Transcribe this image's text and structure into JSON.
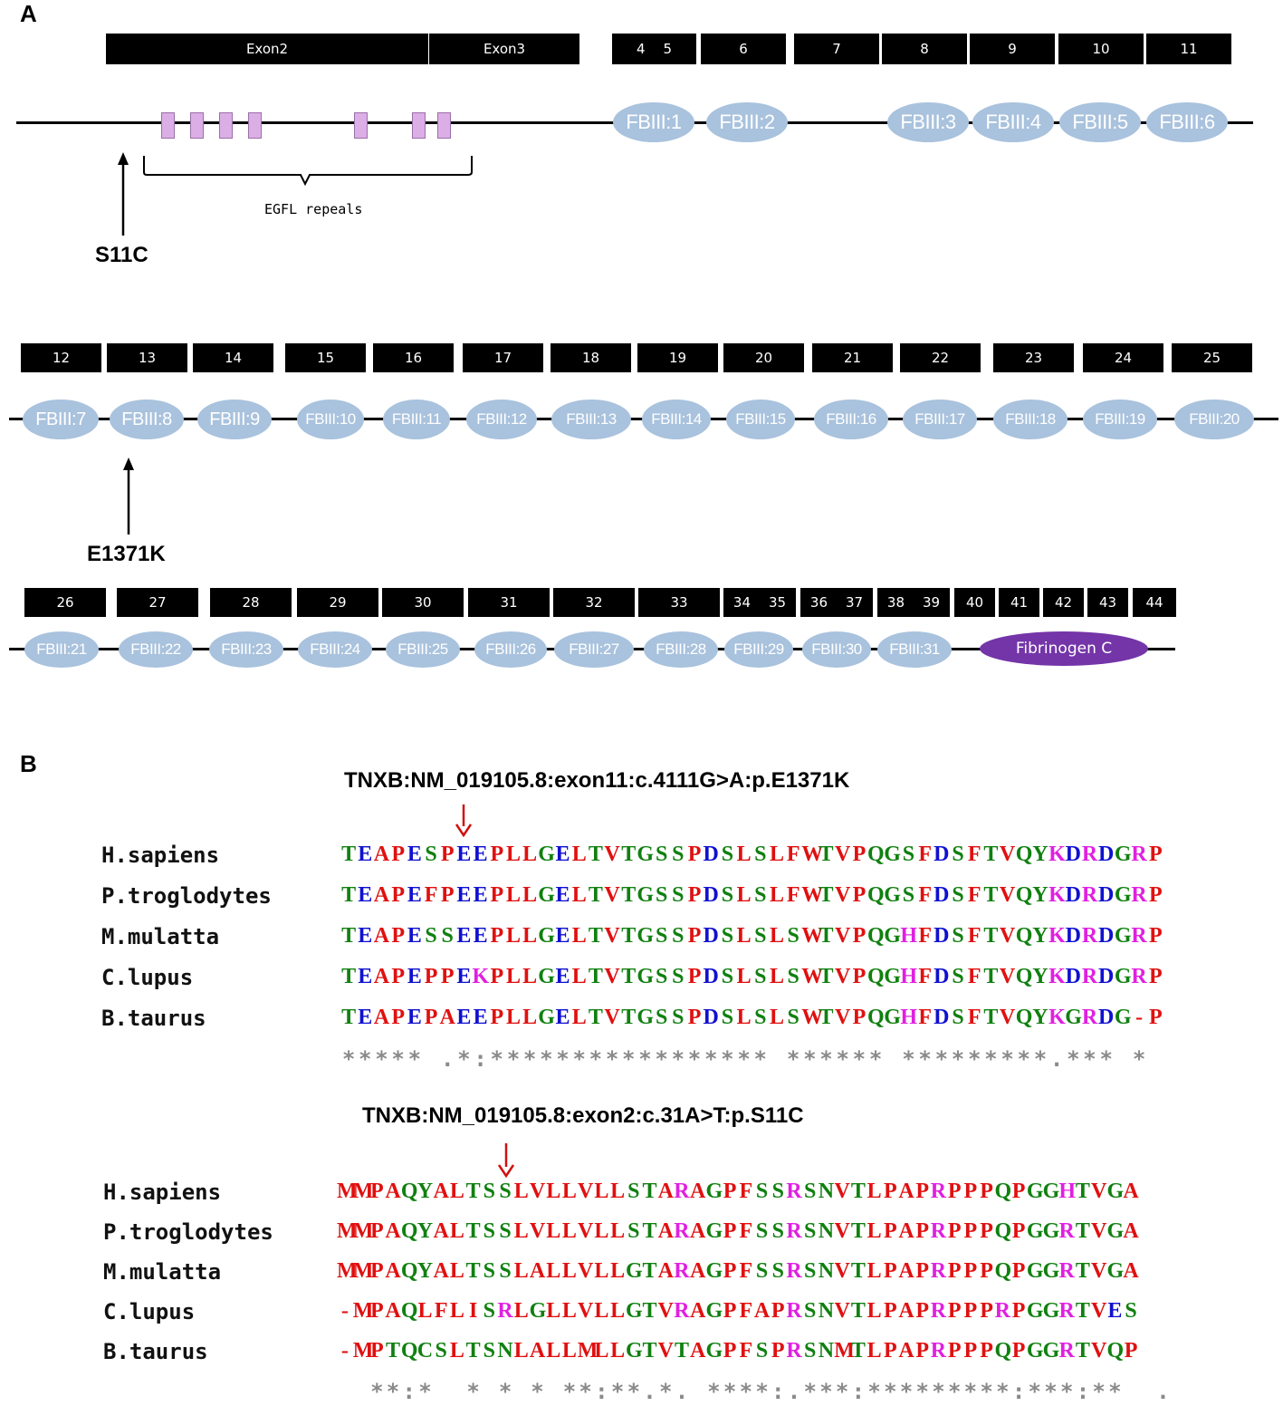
{
  "panel_a": {
    "letter": "A",
    "row1": {
      "exons": [
        "Exon2",
        "Exon3",
        "4 5",
        "6",
        "7",
        "8",
        "9",
        "10",
        "11"
      ],
      "domains": [
        "FBIII:1",
        "FBIII:2",
        "FBIII:3",
        "FBIII:4",
        "FBIII:5",
        "FBIII:6"
      ],
      "egfl_label": "EGFL repeals",
      "mutation": "S11C"
    },
    "row2": {
      "exons": [
        "12",
        "13",
        "14",
        "15",
        "16",
        "17",
        "18",
        "19",
        "20",
        "21",
        "22",
        "23",
        "24",
        "25"
      ],
      "domains": [
        "FBIII:7",
        "FBIII:8",
        "FBIII:9",
        "FBIII:10",
        "FBIII:11",
        "FBIII:12",
        "FBIII:13",
        "FBIII:14",
        "FBIII:15",
        "FBIII:16",
        "FBIII:17",
        "FBIII:18",
        "FBIII:19",
        "FBIII:20"
      ],
      "mutation": "E1371K"
    },
    "row3": {
      "exons": [
        "26",
        "27",
        "28",
        "29",
        "30",
        "31",
        "32",
        "33",
        "34 35",
        "36 37",
        "38 39",
        "40",
        "41",
        "42",
        "43",
        "44"
      ],
      "domains": [
        "FBIII:21",
        "FBIII:22",
        "FBIII:23",
        "FBIII:24",
        "FBIII:25",
        "FBIII:26",
        "FBIII:27",
        "FBIII:28",
        "FBIII:29",
        "FBIII:30",
        "FBIII:31"
      ],
      "fibrinogen": "Fibrinogen C"
    },
    "colors": {
      "fbiii": "#a9c2dd",
      "fibrinogen": "#7435a8",
      "egf": "#dcaee6",
      "exon": "#000000"
    }
  },
  "panel_b": {
    "letter": "B",
    "colors": {
      "acidic": "#1010d0",
      "basic": "#e020e0",
      "hydrophobic": "#e01010",
      "polar": "#108010"
    },
    "alignments": [
      {
        "title": "TNXB:NM_019105.8:exon11:c.4111G>A:p.E1371K",
        "rows": [
          {
            "species": "H.sapiens",
            "seq": "TEAPESPEEPLLGELTVTGSSPDSLSLFWTVPQGSFDSFTVQYKDRDGRP"
          },
          {
            "species": "P.troglodytes",
            "seq": "TEAPEFPEEPLLGELTVTGSSPDSLSLFWTVPQGSFDSFTVQYKDRDGRP"
          },
          {
            "species": "M.mulatta",
            "seq": "TEAPESSEEPLLGELTVTGSSPDSLSLSWTVPQGHFDSFTVQYKDRDGRP"
          },
          {
            "species": "C.lupus",
            "seq": "TEAPEPPEKPLLGELTVTGSSPDSLSLSWTVPQGHFDSFTVQYKDRDGRP"
          },
          {
            "species": "B.taurus",
            "seq": "TEAPEPAEEPLLGELTVTGSSPDSLSLSWTVPQGHFDSFTVQYKGRDG-P"
          }
        ],
        "conservation": "***** .*:***************** ****** *********.*** *"
      },
      {
        "title": "TNXB:NM_019105.8:exon2:c.31A>T:p.S11C",
        "rows": [
          {
            "species": "H.sapiens",
            "seq": "MMPAQYALTSSLVLLVLLSTARAGPFSSRSNVTLPAPRPPPQPGGHTVGA"
          },
          {
            "species": "P.troglodytes",
            "seq": "MMPAQYALTSSLVLLVLLSTARAGPFSSRSNVTLPAPRPPPQPGGRTVGA"
          },
          {
            "species": "M.mulatta",
            "seq": "MMPAQYALTSSLALLVLLGTARAGPFSSRSNVTLPAPRPPPQPGGRTVGA"
          },
          {
            "species": "C.lupus",
            "seq": "-MPAQLFLISRLGLLVLLGTVRAGPFAPRSNVTLPAPRPPPRPGGRTVES"
          },
          {
            "species": "B.taurus",
            "seq": "-MPTQCSLTSNLALLMLLGTVTAGPFSPRSNMTLPAPRPPPQPGGRTVQP"
          }
        ],
        "conservation": "  **:*  * * * **:**.*. ****:.***:*********:***:**  ."
      }
    ]
  }
}
